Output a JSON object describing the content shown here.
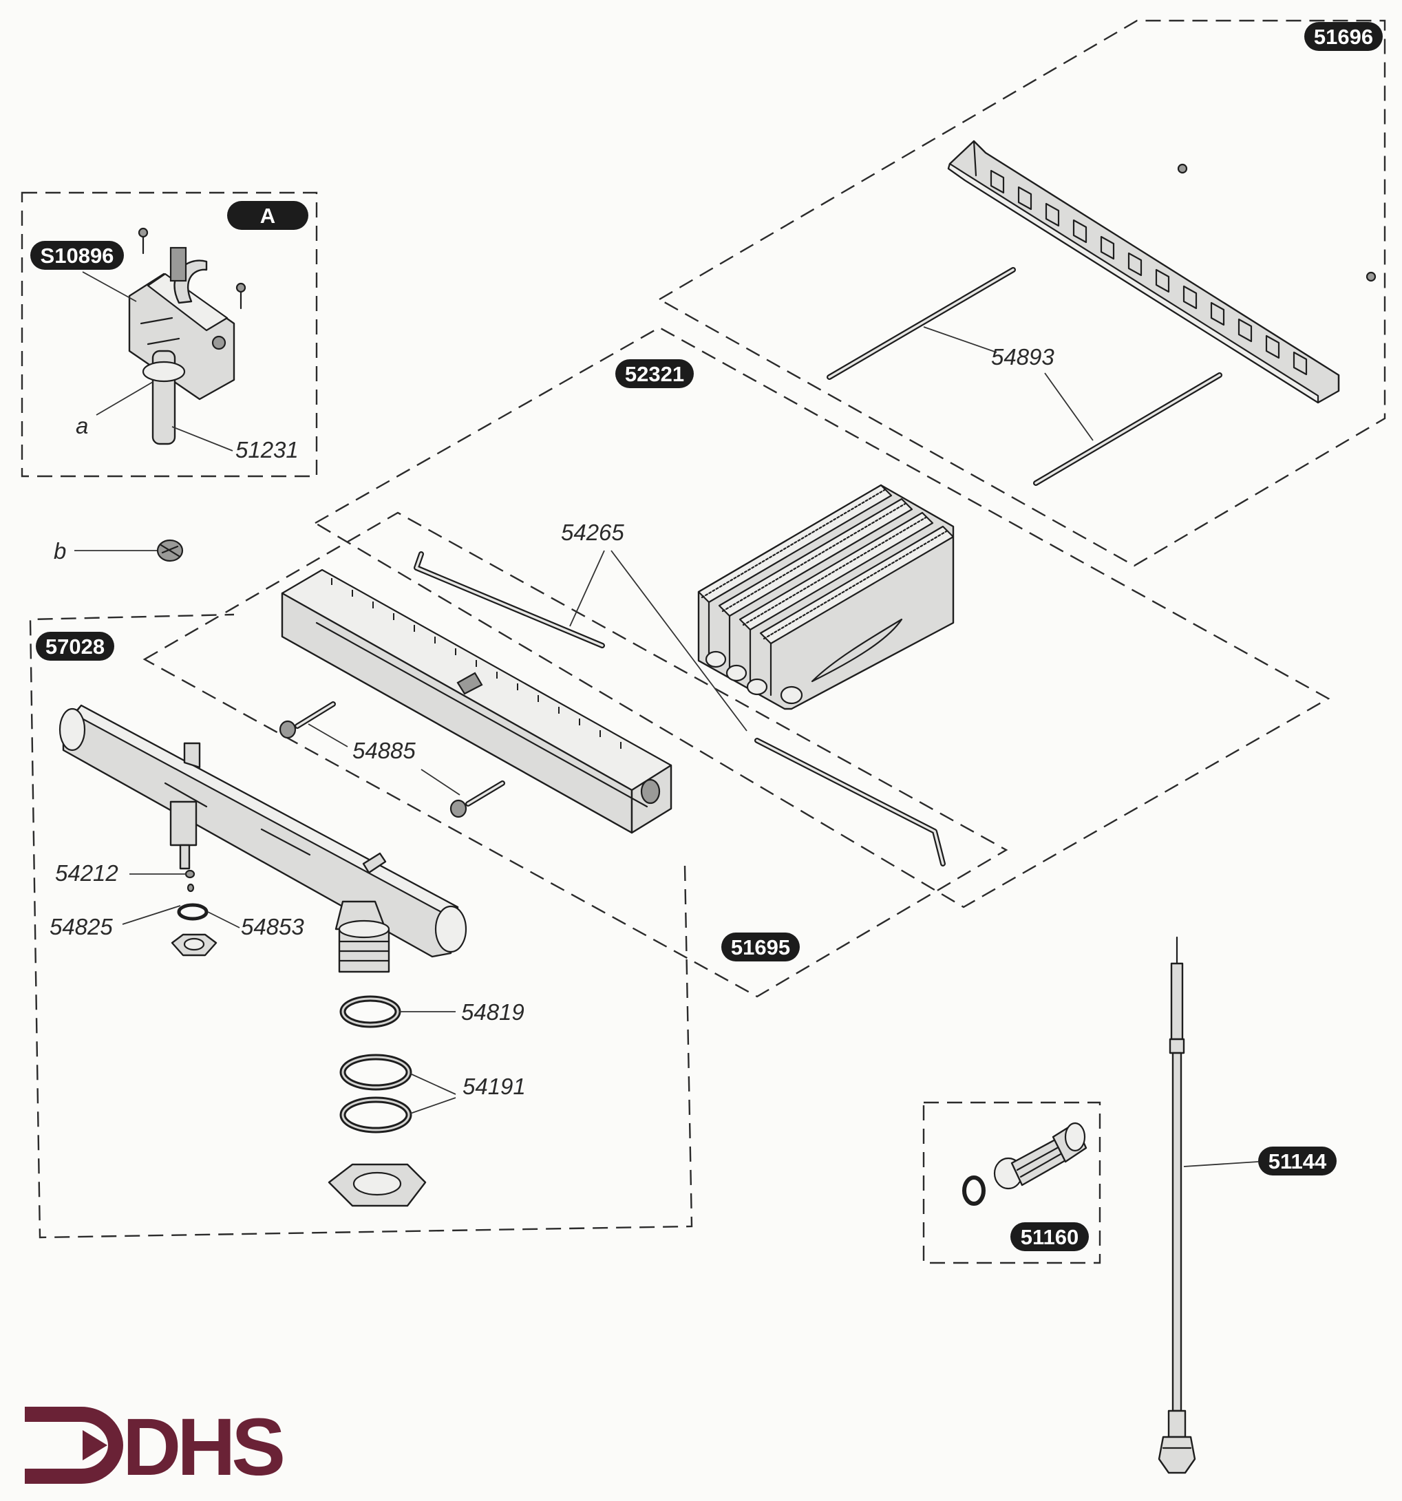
{
  "labels": {
    "group_a": "A",
    "s10896": "S10896",
    "a": "a",
    "p51231": "51231",
    "b": "b",
    "p57028": "57028",
    "p52321": "52321",
    "p51696": "51696",
    "p54893": "54893",
    "p54265": "54265",
    "p54885": "54885",
    "p54212": "54212",
    "p54825": "54825",
    "p54853": "54853",
    "p54819": "54819",
    "p54191": "54191",
    "p51695": "51695",
    "p51160": "51160",
    "p51144": "51144"
  },
  "logo": {
    "text": "DHS",
    "color": "#6a2236"
  }
}
